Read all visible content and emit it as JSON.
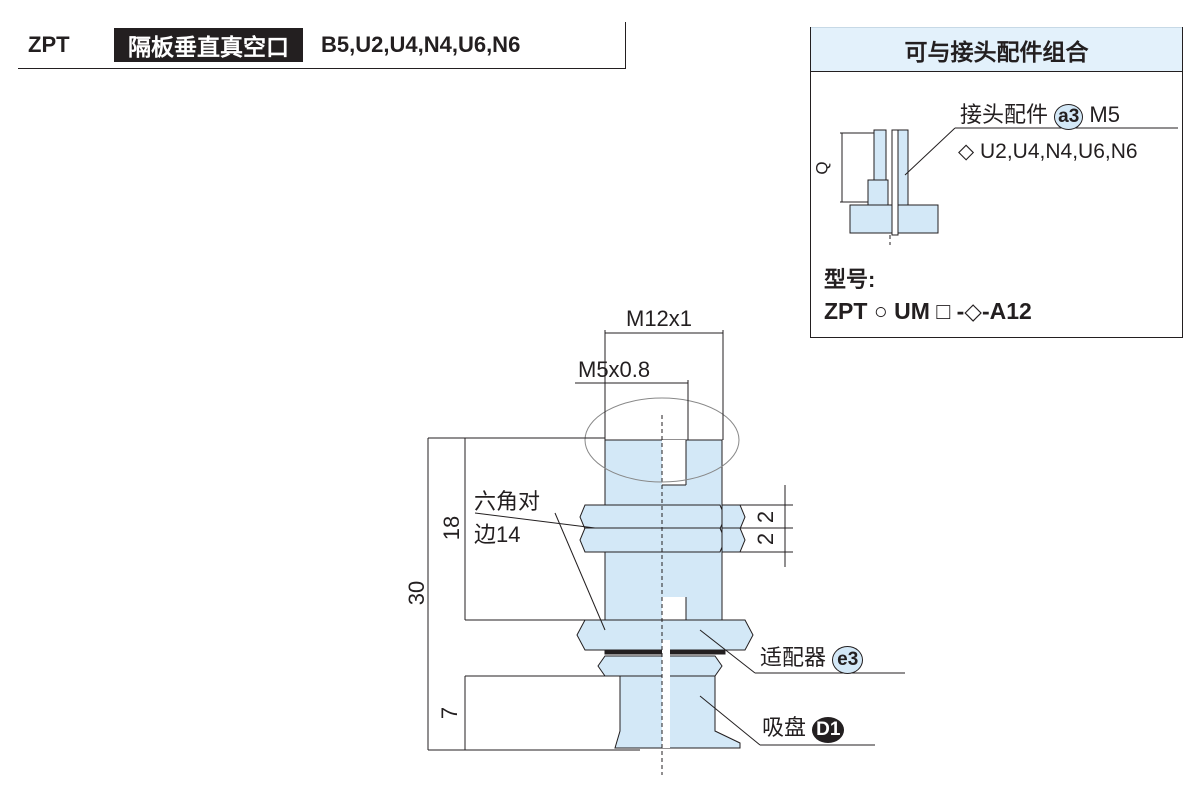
{
  "header": {
    "series_code": "ZPT",
    "mount_type": "隔板垂直真空口",
    "variants": "B5,U2,U4,N4,U6,N6"
  },
  "panel": {
    "title": "可与接头配件组合",
    "fitting_label": "接头配件",
    "fitting_badge": "a3",
    "fitting_thread": "M5",
    "fitting_options": "U2,U4,N4,U6,N6",
    "dim_q": "Q",
    "model_label": "型号:",
    "model_prefix": "ZPT",
    "model_um": "UM",
    "model_dash": "-",
    "model_suffix": "-A12"
  },
  "drawing": {
    "thread_outer": "M12x1",
    "thread_inner": "M5x0.8",
    "hex_label_line1": "六角对",
    "hex_label_line2": "边14",
    "dim_total": "30",
    "dim_upper": "18",
    "dim_lower": "7",
    "dim_nut_a": "2",
    "dim_nut_b": "2",
    "adapter_label": "适配器",
    "adapter_badge": "e3",
    "pad_label": "吸盘",
    "pad_badge": "D1"
  },
  "colors": {
    "fill": "#d3e8f7",
    "line": "#231f20"
  }
}
